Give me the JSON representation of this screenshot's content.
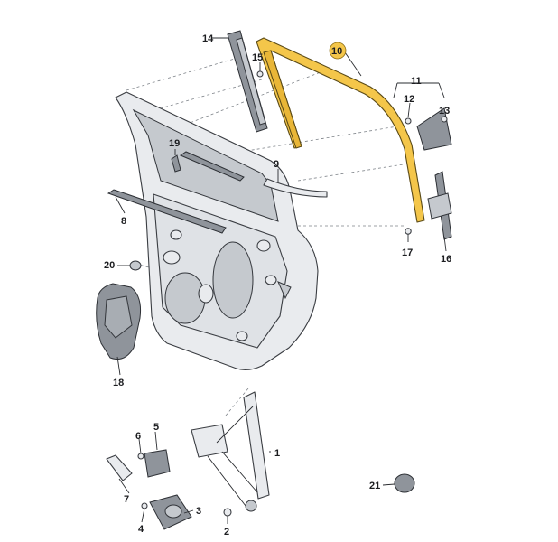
{
  "callouts": {
    "p1": "1",
    "p2": "2",
    "p3": "3",
    "p4": "4",
    "p5": "5",
    "p6": "6",
    "p7": "7",
    "p8": "8",
    "p9": "9",
    "p10": "10",
    "p11": "11",
    "p12": "12",
    "p13": "13",
    "p14": "14",
    "p15": "15",
    "p16": "16",
    "p17": "17",
    "p18": "18",
    "p19": "19",
    "p20": "20",
    "p21": "21"
  },
  "colors": {
    "highlight": "#f4c64a",
    "line": "#3a3d42",
    "part_fill": "#e9ebee"
  }
}
